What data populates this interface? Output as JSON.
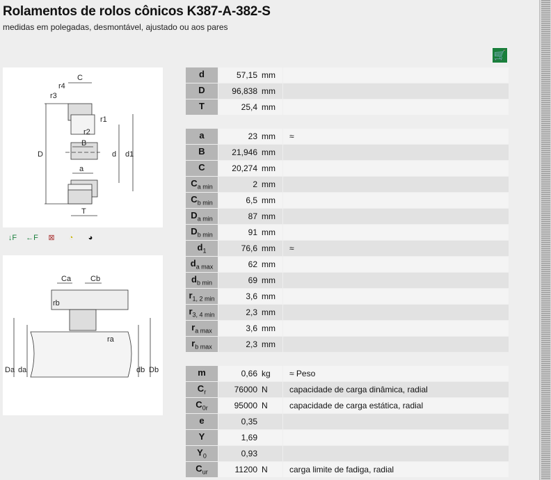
{
  "title": "Rolamentos de rolos cônicos K387-A-382-S",
  "subtitle": "medidas em polegadas, desmontável, ajustado ou aos pares",
  "diagram1": {
    "labels": [
      "C",
      "r4",
      "r3",
      "r1",
      "r2",
      "B",
      "D",
      "d",
      "d1",
      "a",
      "T"
    ]
  },
  "diagram2": {
    "labels": [
      "Ca",
      "Cb",
      "rb",
      "ra",
      "Da",
      "da",
      "db",
      "Db"
    ]
  },
  "icons": [
    "radial-load-icon",
    "axial-load-icon",
    "not-separable-icon",
    "oil-lubrication-icon",
    "grease-lubrication-icon"
  ],
  "groups": [
    [
      {
        "sym": "d",
        "sub": "",
        "val": "57,15",
        "unit": "mm",
        "desc": ""
      },
      {
        "sym": "D",
        "sub": "",
        "val": "96,838",
        "unit": "mm",
        "desc": ""
      },
      {
        "sym": "T",
        "sub": "",
        "val": "25,4",
        "unit": "mm",
        "desc": ""
      }
    ],
    [
      {
        "sym": "a",
        "sub": "",
        "val": "23",
        "unit": "mm",
        "desc": "≈"
      },
      {
        "sym": "B",
        "sub": "",
        "val": "21,946",
        "unit": "mm",
        "desc": ""
      },
      {
        "sym": "C",
        "sub": "",
        "val": "20,274",
        "unit": "mm",
        "desc": ""
      },
      {
        "sym": "C",
        "sub": "a min",
        "val": "2",
        "unit": "mm",
        "desc": ""
      },
      {
        "sym": "C",
        "sub": "b min",
        "val": "6,5",
        "unit": "mm",
        "desc": ""
      },
      {
        "sym": "D",
        "sub": "a min",
        "val": "87",
        "unit": "mm",
        "desc": ""
      },
      {
        "sym": "D",
        "sub": "b min",
        "val": "91",
        "unit": "mm",
        "desc": ""
      },
      {
        "sym": "d",
        "sub": "1",
        "val": "76,6",
        "unit": "mm",
        "desc": "≈"
      },
      {
        "sym": "d",
        "sub": "a max",
        "val": "62",
        "unit": "mm",
        "desc": ""
      },
      {
        "sym": "d",
        "sub": "b min",
        "val": "69",
        "unit": "mm",
        "desc": ""
      },
      {
        "sym": "r",
        "sub": "1, 2 min",
        "val": "3,6",
        "unit": "mm",
        "desc": ""
      },
      {
        "sym": "r",
        "sub": "3, 4 min",
        "val": "2,3",
        "unit": "mm",
        "desc": ""
      },
      {
        "sym": "r",
        "sub": "a max",
        "val": "3,6",
        "unit": "mm",
        "desc": ""
      },
      {
        "sym": "r",
        "sub": "b max",
        "val": "2,3",
        "unit": "mm",
        "desc": ""
      }
    ],
    [
      {
        "sym": "m",
        "sub": "",
        "val": "0,66",
        "unit": "kg",
        "desc": "≈ Peso"
      },
      {
        "sym": "C",
        "sub": "r",
        "val": "76000",
        "unit": "N",
        "desc": "capacidade de carga dinâmica, radial"
      },
      {
        "sym": "C",
        "sub": "0r",
        "val": "95000",
        "unit": "N",
        "desc": "capacidade de carga estática, radial"
      },
      {
        "sym": "e",
        "sub": "",
        "val": "0,35",
        "unit": "",
        "desc": ""
      },
      {
        "sym": "Y",
        "sub": "",
        "val": "1,69",
        "unit": "",
        "desc": ""
      },
      {
        "sym": "Y",
        "sub": "0",
        "val": "0,93",
        "unit": "",
        "desc": ""
      },
      {
        "sym": "C",
        "sub": "ur",
        "val": "11200",
        "unit": "N",
        "desc": "carga limite de fadiga, radial"
      }
    ]
  ]
}
